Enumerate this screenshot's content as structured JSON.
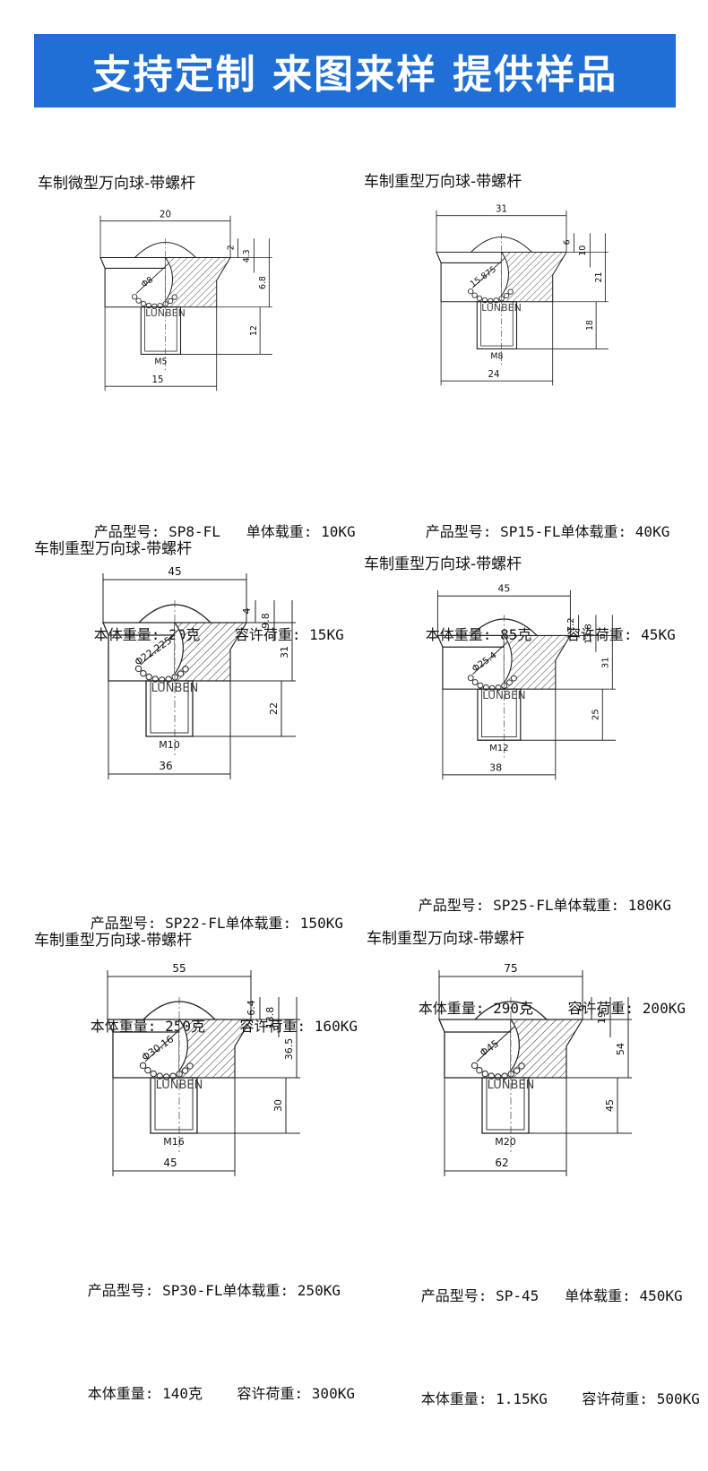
{
  "banner": {
    "text": "支持定制 来图来样 提供样品"
  },
  "watermark": "LUNBEN",
  "products": [
    {
      "title": "车制微型万向球-带螺杆",
      "model_label": "产品型号:",
      "model": "SP8-FL",
      "load_label": "单体载重:",
      "load": "10KG",
      "weight_label": "本体重量:",
      "weight": "20克",
      "allow_label": "容许荷重:",
      "allow": "15KG",
      "dims": {
        "top": "20",
        "ball": "Φ8",
        "thread": "M5",
        "bottom": "15",
        "v1": "2",
        "v2": "4.3",
        "v3": "6.8",
        "v4": "12"
      }
    },
    {
      "title": "车制重型万向球-带螺杆",
      "model_label": "产品型号:",
      "model": "SP15-FL",
      "load_label": "单体载重:",
      "load": "40KG",
      "weight_label": "本体重量:",
      "weight": "85克",
      "allow_label": "容许荷重:",
      "allow": "45KG",
      "dims": {
        "top": "31",
        "ball": "15.875",
        "thread": "M8",
        "bottom": "24",
        "v1": "6",
        "v2": "10",
        "v3": "21",
        "v4": "18"
      }
    },
    {
      "title": "车制重型万向球-带螺杆",
      "model_label": "产品型号:",
      "model": "SP22-FL",
      "load_label": "单体载重:",
      "load": "150KG",
      "weight_label": "本体重量:",
      "weight": "250克",
      "allow_label": "容许荷重:",
      "allow": "160KG",
      "dims": {
        "top": "45",
        "ball": "Φ22.225",
        "thread": "M10",
        "bottom": "36",
        "v1": "4",
        "v2": "9.8",
        "v3": "31",
        "v4": "22"
      }
    },
    {
      "title": "车制重型万向球-带螺杆",
      "model_label": "产品型号:",
      "model": "SP25-FL",
      "load_label": "单体载重:",
      "load": "180KG",
      "weight_label": "本体重量:",
      "weight": "290克",
      "allow_label": "容许荷重:",
      "allow": "200KG",
      "dims": {
        "top": "45",
        "ball": "Φ25.4",
        "thread": "M12",
        "bottom": "38",
        "v1": "7.2",
        "v2": "13.8",
        "v3": "31",
        "v4": "25"
      }
    },
    {
      "title": "车制重型万向球-带螺杆",
      "model_label": "产品型号:",
      "model": "SP30-FL",
      "load_label": "单体载重:",
      "load": "250KG",
      "weight_label": "本体重量:",
      "weight": "140克",
      "allow_label": "容许荷重:",
      "allow": "300KG",
      "dims": {
        "top": "55",
        "ball": "Φ30.16",
        "thread": "M16",
        "bottom": "45",
        "v1": "6.4",
        "v2": "13.8",
        "v3": "36.5",
        "v4": "30"
      }
    },
    {
      "title": "车制重型万向球-带螺杆",
      "model_label": "产品型号:",
      "model": "SP-45",
      "load_label": "单体载重:",
      "load": "450KG",
      "weight_label": "本体重量:",
      "weight": "1.15KG",
      "allow_label": "容许荷重:",
      "allow": "500KG",
      "dims": {
        "top": "75",
        "ball": "Φ45",
        "thread": "M20",
        "bottom": "62",
        "v1": "9",
        "v2": "19",
        "v3": "54",
        "v4": "45"
      }
    }
  ]
}
